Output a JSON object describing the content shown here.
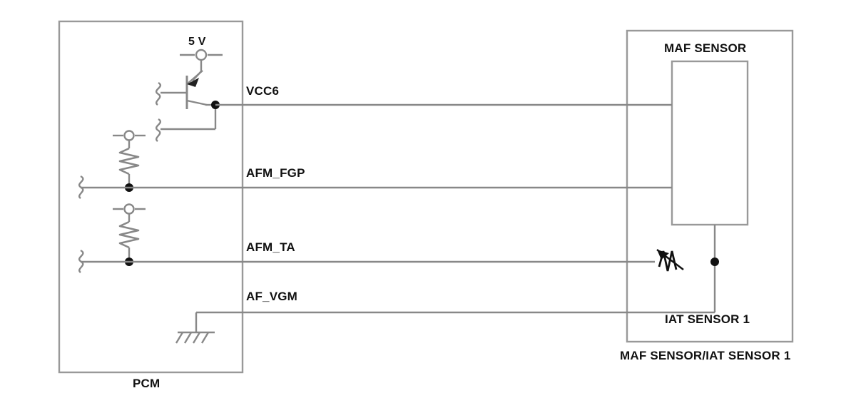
{
  "diagram": {
    "type": "automotive-wiring-schematic",
    "title_caption": "MAF SENSOR/IAT SENSOR 1",
    "background_color": "#ffffff",
    "wire_color": "#888888",
    "symbol_color": "#777777",
    "text_color": "#111111"
  },
  "pcm": {
    "label": "PCM",
    "supply_label": "5 V"
  },
  "maf": {
    "outer_label": "MAF SENSOR",
    "bottom_caption": "MAF SENSOR/IAT SENSOR 1",
    "iat_label": "IAT SENSOR 1"
  },
  "signals": [
    {
      "name": "VCC6",
      "label": "VCC6"
    },
    {
      "name": "AFM_FGP",
      "label": "AFM_FGP"
    },
    {
      "name": "AFM_TA",
      "label": "AFM_TA"
    },
    {
      "name": "AF_VGM",
      "label": "AF_VGM"
    }
  ],
  "components": [
    {
      "name": "pnp-transistor",
      "type": "transistor"
    },
    {
      "name": "pullup-resistor-1",
      "type": "resistor"
    },
    {
      "name": "pullup-resistor-2",
      "type": "resistor"
    },
    {
      "name": "thermistor",
      "type": "thermistor"
    },
    {
      "name": "chassis-ground",
      "type": "ground"
    }
  ]
}
